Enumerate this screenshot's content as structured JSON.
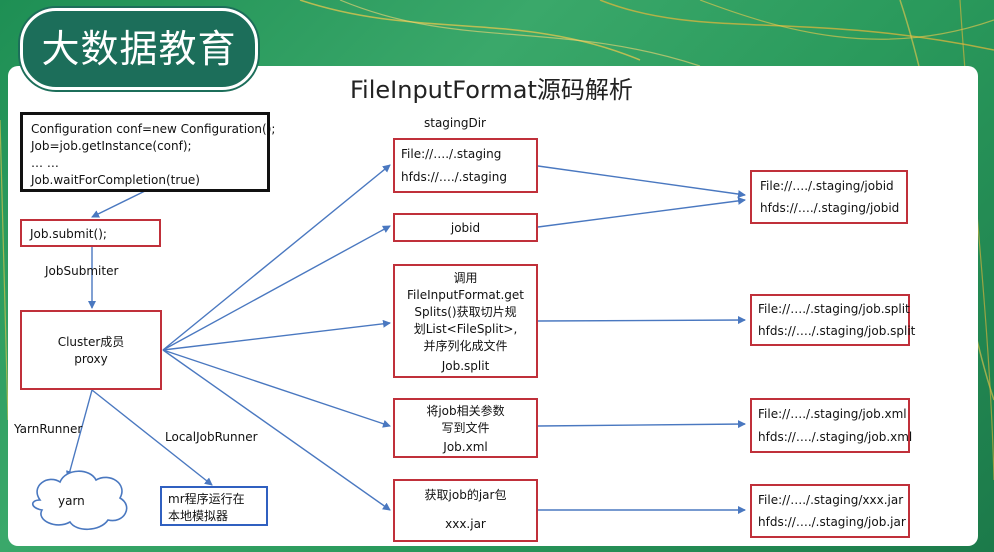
{
  "badge": "大数据教育",
  "title": "FileInputFormat源码解析",
  "driver_box": {
    "lines": [
      "Configuration conf=new Configuration();",
      "Job=job.getInstance(conf);",
      "… …",
      "Job.waitForCompletion(true)"
    ]
  },
  "submit_box": "Job.submit();",
  "jobsubmiter_label": "JobSubmiter",
  "cluster_box": {
    "line1": "Cluster成员",
    "line2": "proxy"
  },
  "yarnrunner_label": "YarnRunner",
  "localjobrunner_label": "LocalJobRunner",
  "yarn_cloud": "yarn",
  "local_box": {
    "line1": "mr程序运行在",
    "line2": "本地模拟器"
  },
  "stagingdir_label": "stagingDir",
  "staging_box": {
    "line1": "File://…./.staging",
    "line2": "hfds://…./.staging"
  },
  "jobid_box": "jobid",
  "split_box": {
    "lines": [
      "调用",
      "FileInputFormat.get",
      "Splits()获取切片规",
      "划List<FileSplit>,",
      "并序列化成文件"
    ],
    "footer": "Job.split"
  },
  "xml_box": {
    "line1": "将job相关参数",
    "line2": "写到文件",
    "footer": "Job.xml"
  },
  "jar_box": {
    "line1": "获取job的jar包",
    "footer": "xxx.jar"
  },
  "out_jobid": {
    "line1": "File://…./.staging/jobid",
    "line2": "hfds://…./.staging/jobid"
  },
  "out_split": {
    "line1": "File://…./.staging/job.split",
    "line2": "hfds://…./.staging/job.split"
  },
  "out_xml": {
    "line1": "File://…./.staging/job.xml",
    "line2": "hfds://…./.staging/job.xml"
  },
  "out_jar": {
    "line1": "File://…./.staging/xxx.jar",
    "line2": "hfds://…./.staging/job.jar"
  },
  "colors": {
    "background_green": "#2a9a5c",
    "badge": "#1c6e5a",
    "box_border": "#c0303a",
    "arrow": "#4a78c0"
  }
}
